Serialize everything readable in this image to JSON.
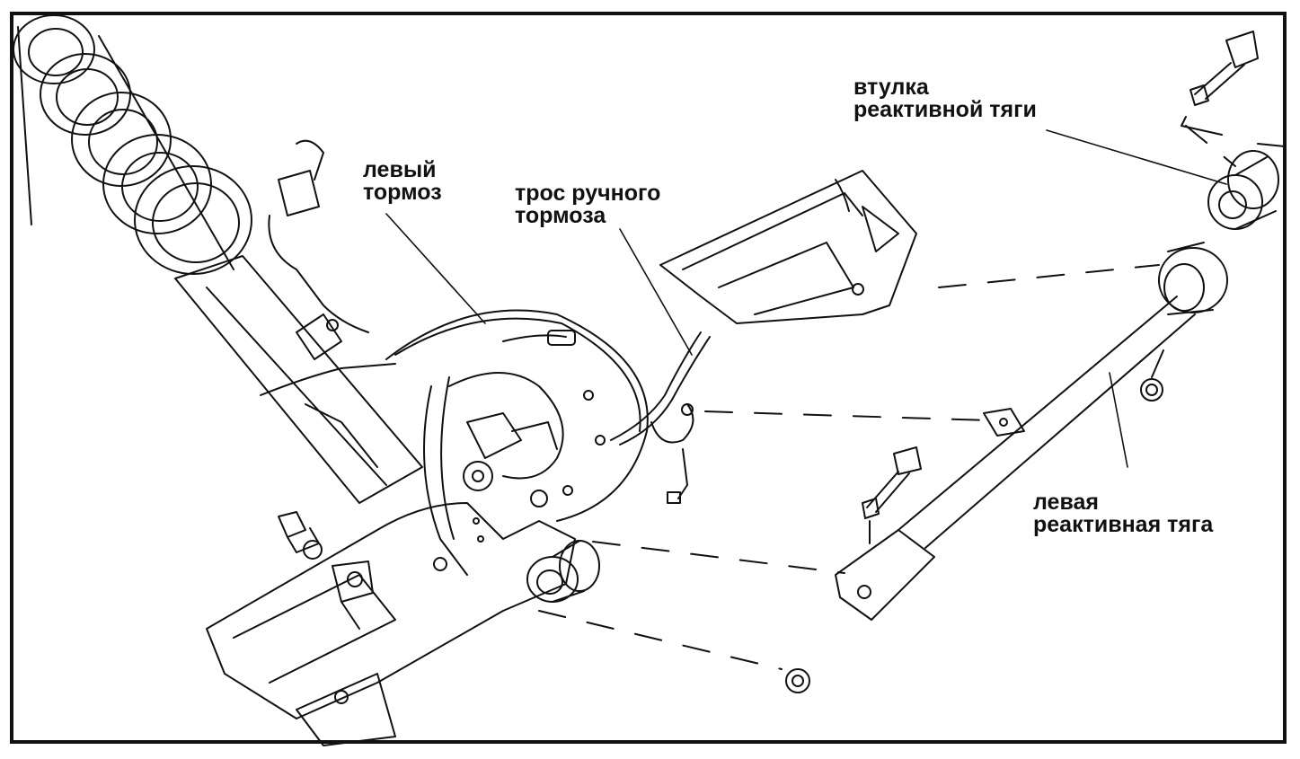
{
  "labels": {
    "left_brake": [
      "левый",
      "тормоз"
    ],
    "handbrake_cable": [
      "трос ручного",
      "тормоза"
    ],
    "link_bushing": [
      "втулка",
      "реактивной тяги"
    ],
    "left_trailing_link": [
      "левая",
      "реактивная тяга"
    ]
  },
  "colors": {
    "line": "#111111",
    "background": "#ffffff"
  }
}
